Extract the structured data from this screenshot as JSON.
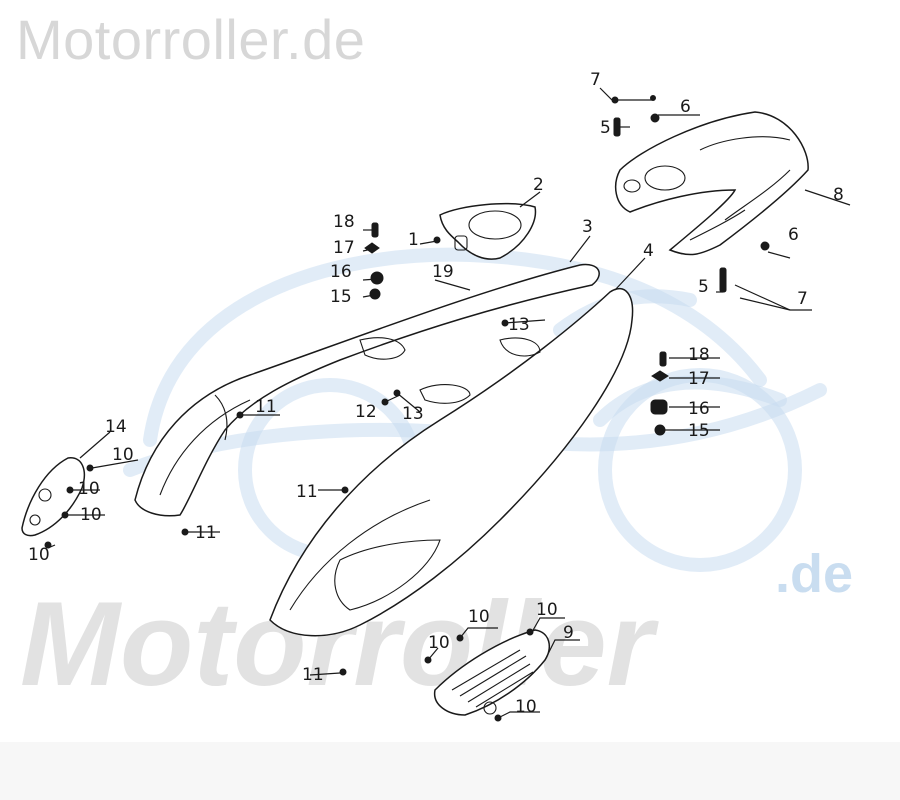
{
  "watermark": {
    "header_text": "Motorroller.de",
    "big_text": "Motorroller",
    "domain_suffix": ".de"
  },
  "colors": {
    "line": "#1a1a1a",
    "watermark_grey": "#d7d7d7",
    "watermark_blue": "#c9ddf0"
  },
  "callouts": {
    "c1": "1",
    "c2": "2",
    "c3": "3",
    "c4": "4",
    "c5a": "5",
    "c5b": "5",
    "c6a": "6",
    "c6b": "6",
    "c7a": "7",
    "c7b": "7",
    "c8": "8",
    "c9": "9",
    "c10a": "10",
    "c10b": "10",
    "c10c": "10",
    "c10d": "10",
    "c10e": "10",
    "c10f": "10",
    "c10g": "10",
    "c10h": "10",
    "c11a": "11",
    "c11b": "11",
    "c11c": "11",
    "c11d": "11",
    "c12": "12",
    "c13a": "13",
    "c13b": "13",
    "c14": "14",
    "c15a": "15",
    "c15b": "15",
    "c16a": "16",
    "c16b": "16",
    "c17a": "17",
    "c17b": "17",
    "c18a": "18",
    "c18b": "18",
    "c19": "19"
  }
}
